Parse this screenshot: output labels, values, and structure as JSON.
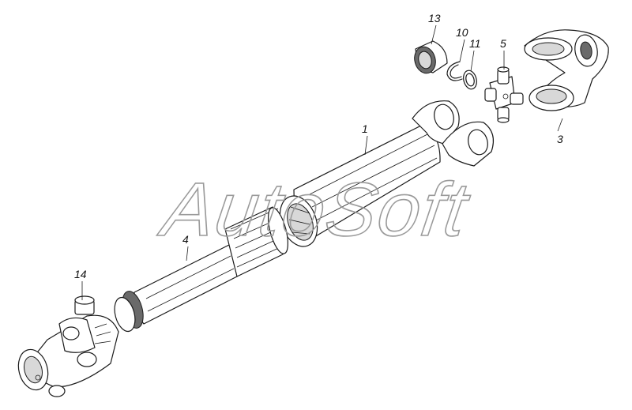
{
  "watermark": "AutoSoft",
  "callouts": {
    "c1": "1",
    "c3": "3",
    "c4": "4",
    "c5": "5",
    "c10": "10",
    "c11": "11",
    "c13": "13",
    "c14": "14"
  }
}
